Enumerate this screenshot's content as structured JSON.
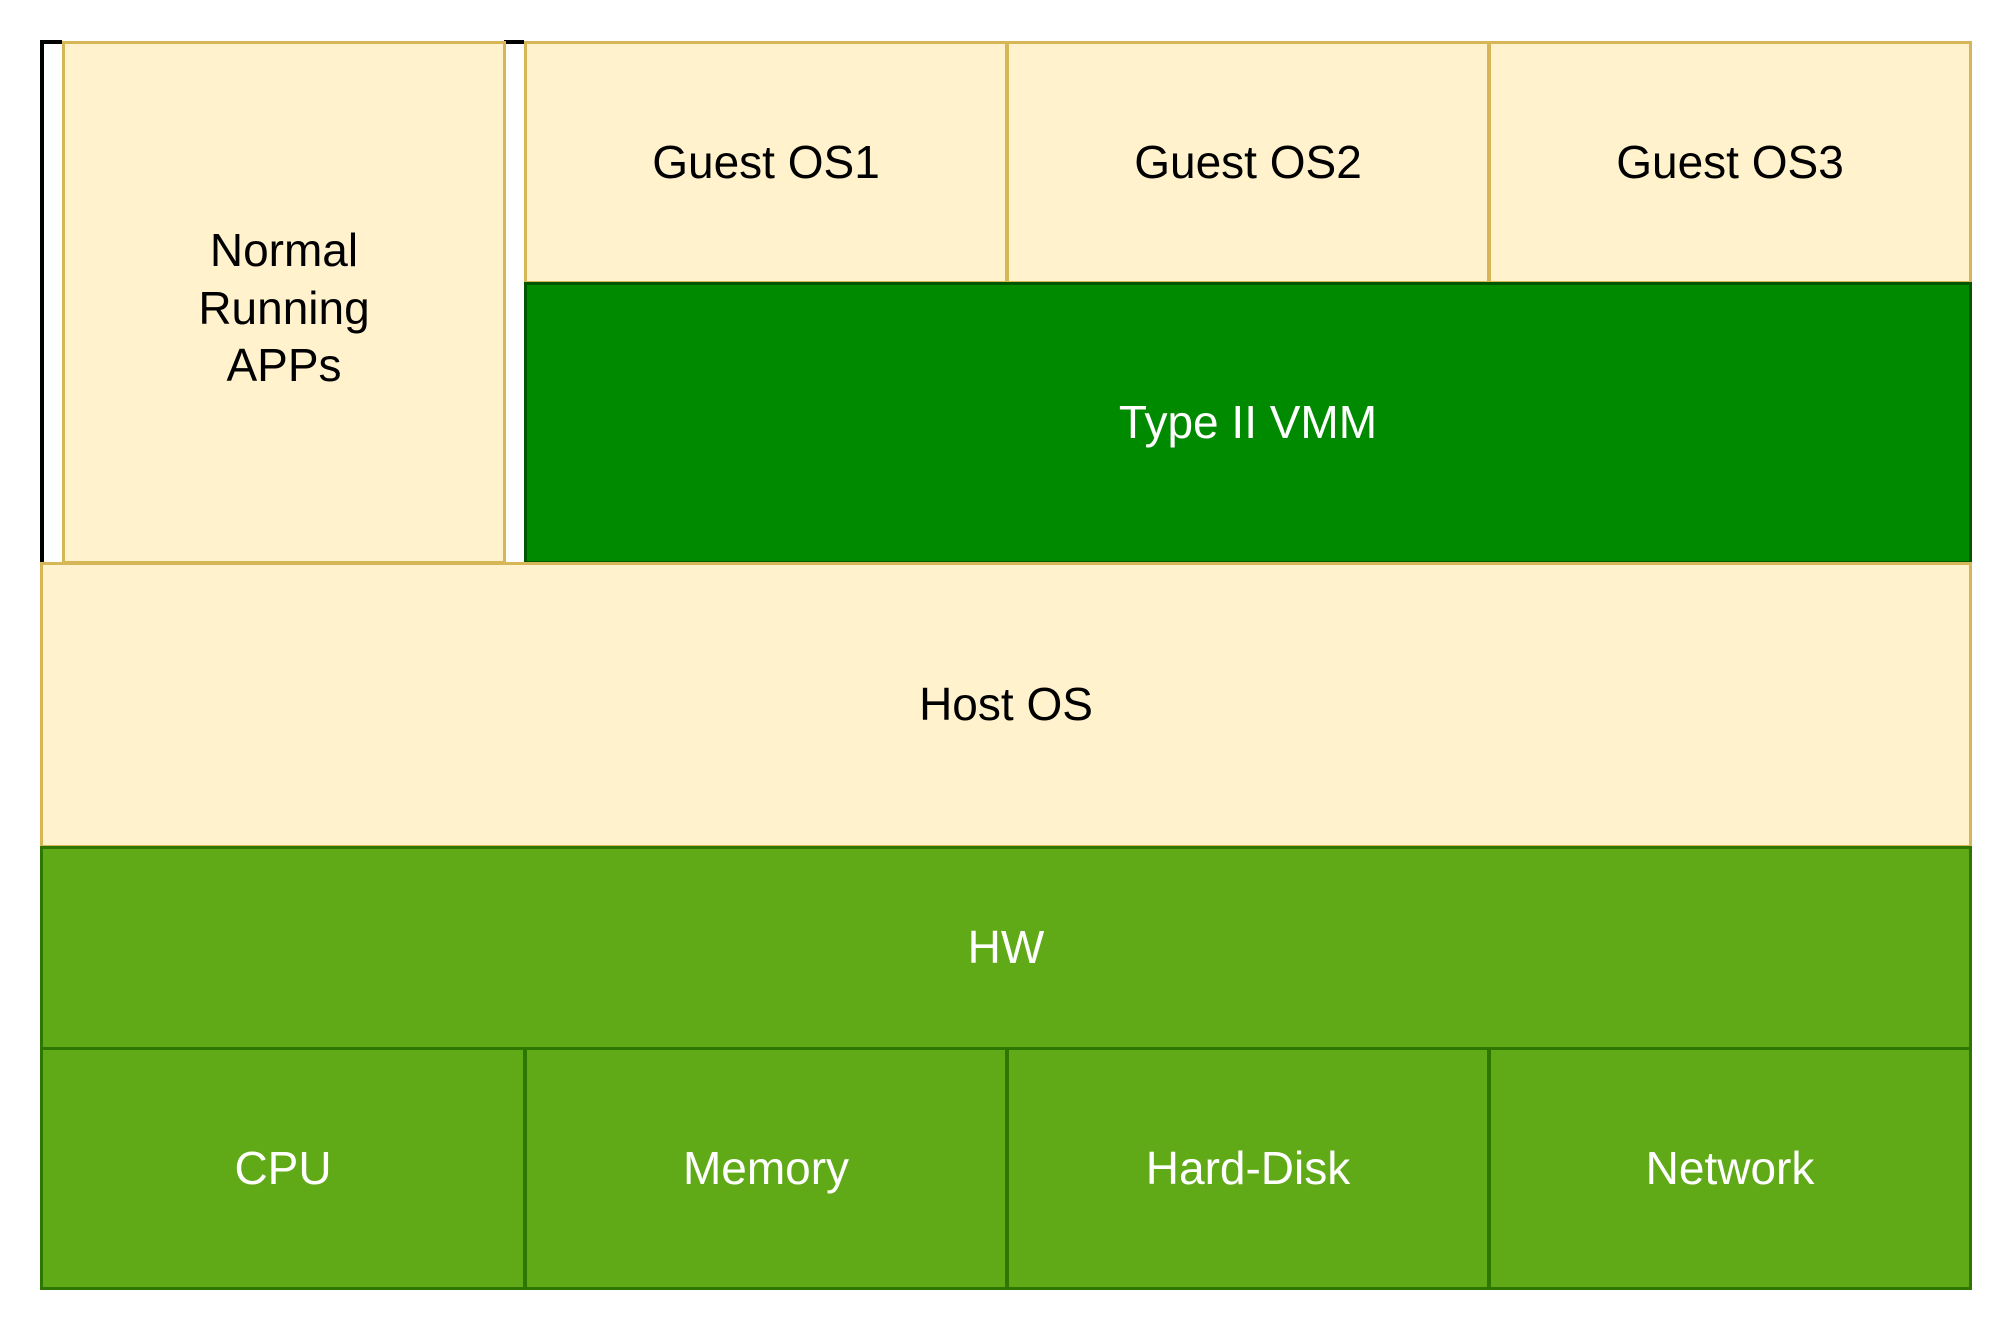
{
  "colors": {
    "tan_fill": "#fff2cc",
    "tan_stroke": "#d6b656",
    "vmm_fill": "#008a00",
    "hw_fill": "#60a917"
  },
  "diagram": {
    "apps_label": "Normal\nRunning\nAPPs",
    "guest_os": [
      "Guest OS1",
      "Guest OS2",
      "Guest OS3"
    ],
    "vmm_label": "Type II VMM",
    "host_os_label": "Host OS",
    "hw_label": "HW",
    "hardware_components": [
      "CPU",
      "Memory",
      "Hard-Disk",
      "Network"
    ]
  }
}
